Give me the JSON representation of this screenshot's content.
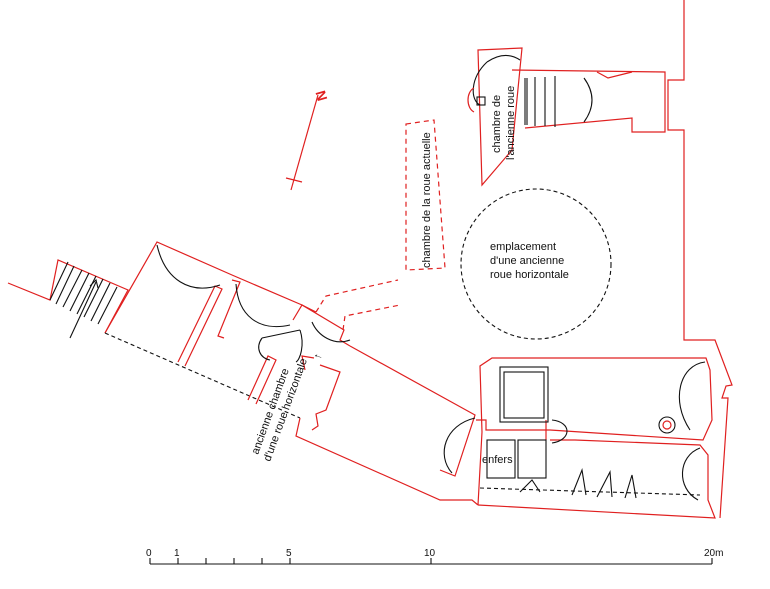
{
  "labels": {
    "wheel_chamber_old": [
      "chambre de",
      "l'ancienne roue"
    ],
    "wheel_chamber_current": "chambre de la roue actuelle",
    "horizontal_wheel_site": [
      "emplacement",
      "d'une ancienne",
      "roue horizontale"
    ],
    "old_horizontal_chamber": [
      "ancienne chambre",
      "d'une roue horizontale"
    ],
    "enfers": "enfers",
    "north": "N"
  },
  "scale": {
    "ticks": [
      "0",
      "1",
      "5",
      "10",
      "20m"
    ]
  },
  "colors": {
    "walls": "#e02020",
    "lines": "#111111"
  }
}
